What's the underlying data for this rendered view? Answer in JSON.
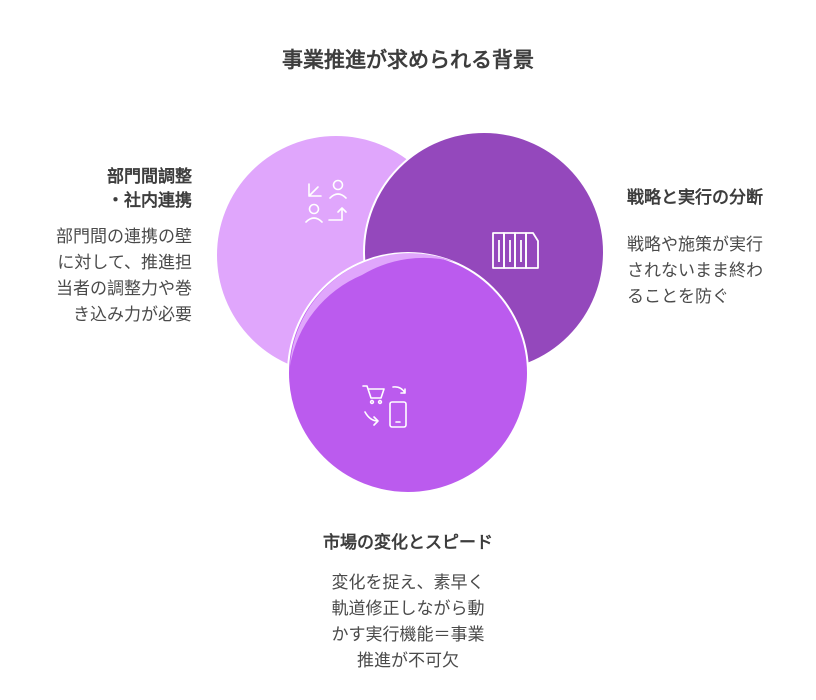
{
  "title": "事業推進が求められる背景",
  "circles": [
    {
      "id": "dept",
      "title_lines": [
        "部門間調整",
        "・社内連携"
      ],
      "desc_lines": [
        "部門間の連携の壁",
        "に対して、推進担",
        "当者の調整力や巻",
        "き込み力が必要"
      ],
      "color": "#e0a6fc",
      "icon": "user-exchange-icon"
    },
    {
      "id": "strategy",
      "title_lines": [
        "戦略と実行の分断"
      ],
      "desc_lines": [
        "戦略や施策が実行",
        "されないまま終わ",
        "ることを防ぐ"
      ],
      "color": "#9448bc",
      "icon": "columns-icon"
    },
    {
      "id": "market",
      "title_lines": [
        "市場の変化とスピード"
      ],
      "desc_lines": [
        "変化を捉え、素早く",
        "軌道修正しながら動",
        "かす実行機能＝事業",
        "推進が不可欠"
      ],
      "color": "#bb5bee",
      "icon": "cart-phone-sync-icon"
    }
  ]
}
